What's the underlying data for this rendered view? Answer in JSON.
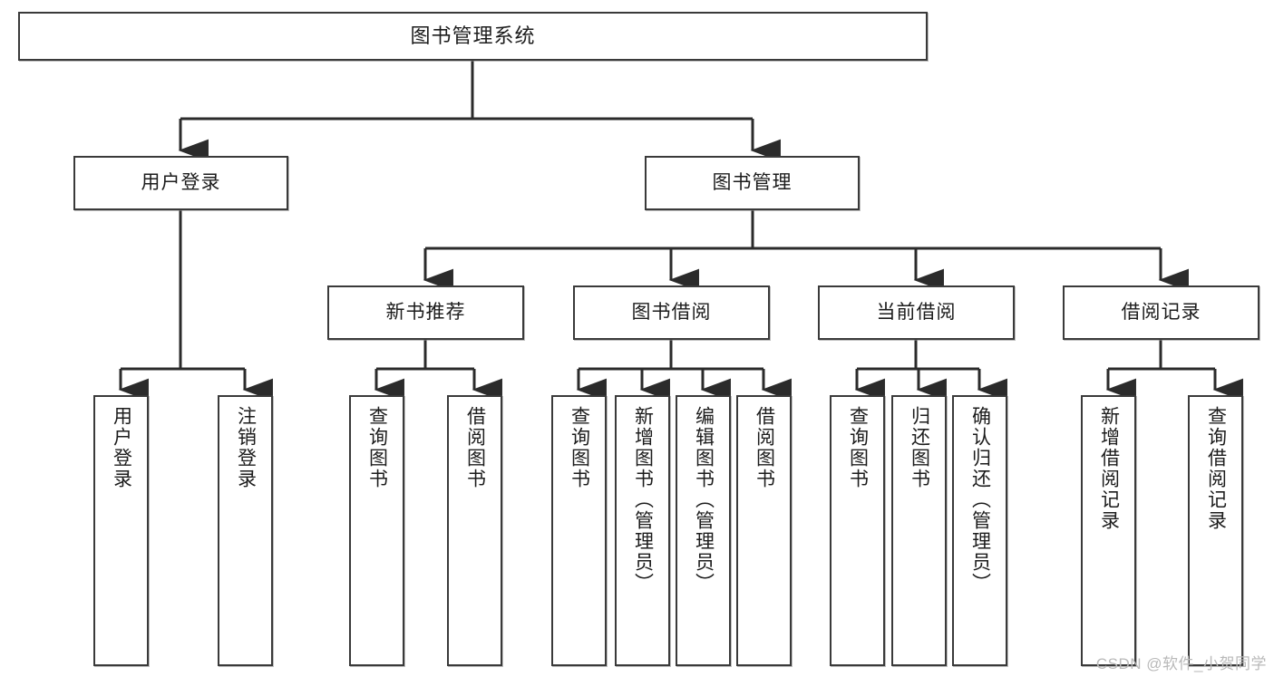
{
  "diagram": {
    "title": "图书管理系统",
    "type": "tree-hierarchy-chart",
    "orientation": "top-down",
    "colors": {
      "box_border": "#3a3a3a",
      "box_fill": "#ffffff",
      "connector": "#2b2b2b",
      "text": "#1c1c1c",
      "watermark": "#b9b9b9",
      "background": "#ffffff"
    },
    "root": {
      "label": "图书管理系统"
    },
    "level1": [
      {
        "label": "用户登录"
      },
      {
        "label": "图书管理"
      }
    ],
    "level2": [
      {
        "label": "新书推荐"
      },
      {
        "label": "图书借阅"
      },
      {
        "label": "当前借阅"
      },
      {
        "label": "借阅记录"
      }
    ],
    "leaves": {
      "user_login": [
        {
          "label": "用户登录"
        },
        {
          "label": "注销登录"
        }
      ],
      "new_book_recommend": [
        {
          "label": "查询图书"
        },
        {
          "label": "借阅图书"
        }
      ],
      "book_borrow": [
        {
          "label": "查询图书"
        },
        {
          "label": "新增图书（管理员）"
        },
        {
          "label": "编辑图书（管理员）"
        },
        {
          "label": "借阅图书"
        }
      ],
      "current_borrow": [
        {
          "label": "查询图书"
        },
        {
          "label": "归还图书"
        },
        {
          "label": "确认归还（管理员）"
        }
      ],
      "borrow_record": [
        {
          "label": "新增借阅记录"
        },
        {
          "label": "查询借阅记录"
        }
      ]
    }
  },
  "watermark": {
    "text": "CSDN @软件_小贺同学"
  }
}
